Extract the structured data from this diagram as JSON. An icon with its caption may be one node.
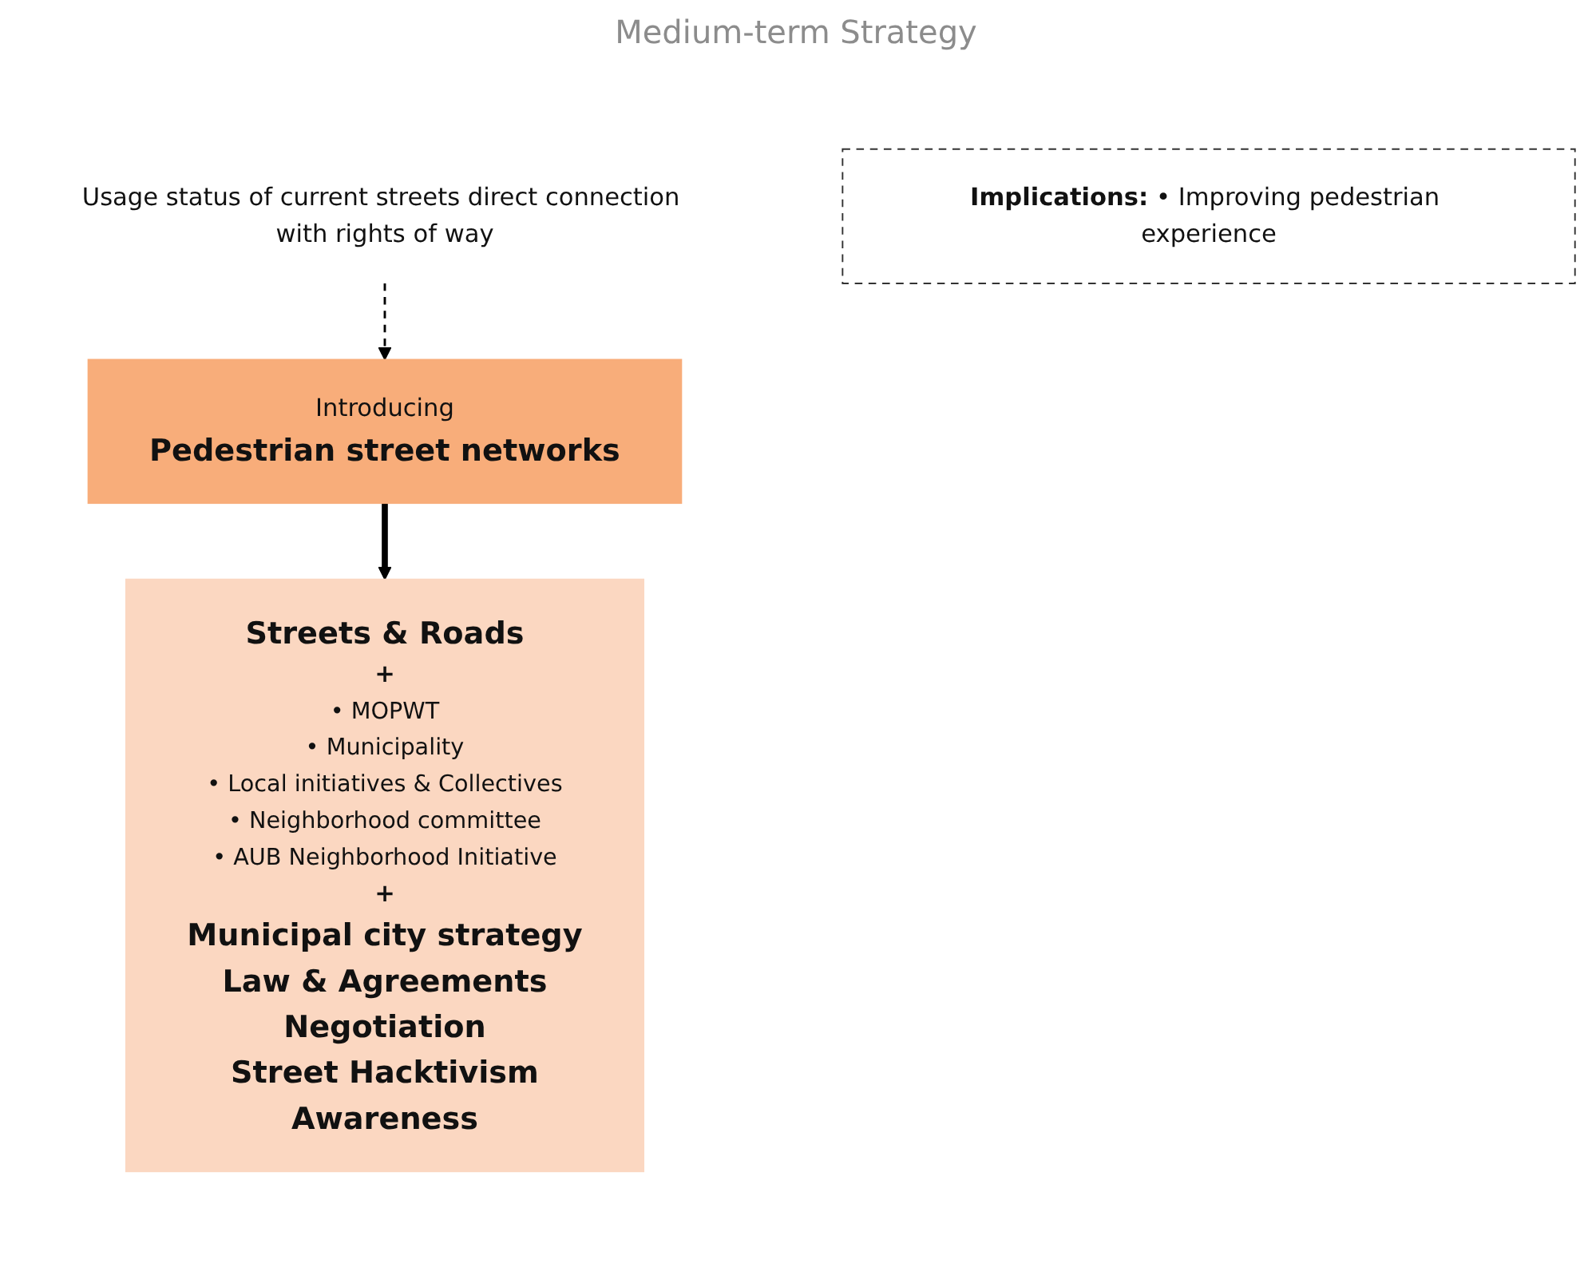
{
  "diagram": {
    "title": "Medium-term Strategy",
    "nodes": [
      {
        "text": [
          "Introducing",
          "Pedestrian street networks"
        ]
      },
      {
        "text": [
          "Streets & Roads",
          "+",
          "• MOPWT",
          "• Municipality",
          "• Local initiatives & Collectives",
          "• Neighborhood committee",
          "• AUB Neighborhood Initiative",
          "+",
          "Municipal city strategy",
          "Law & Agreements",
          "Negotiation",
          "Street Hacktivism",
          "Awareness"
        ]
      },
      {
        "text": [
          "Usage status of current streets direct connection with rights of way"
        ]
      },
      {
        "text": [
          "Implications:",
          "• Improving pedestrian experience"
        ]
      }
    ],
    "edges": [
      {
        "from": 0,
        "to": 1,
        "arrow": "to",
        "style": "thick"
      },
      {
        "from": 2,
        "to": 0,
        "arrow": "to",
        "style": "dashed"
      }
    ]
  }
}
